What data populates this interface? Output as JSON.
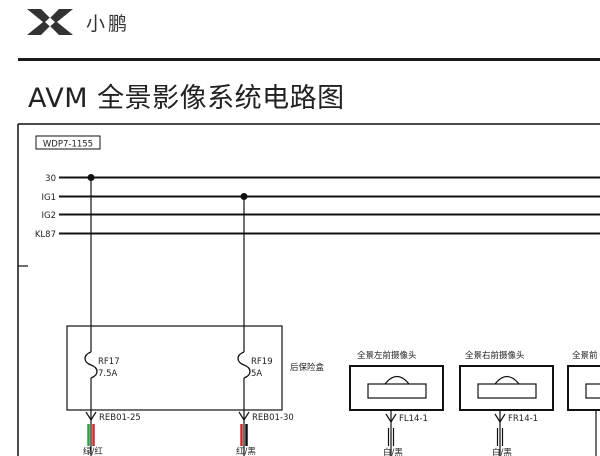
{
  "header": {
    "brand_name": "小鹏",
    "logo": "xpeng-x-logo",
    "title": "AVM 全景影像系统电路图"
  },
  "diagram": {
    "doc_code": "WDP7-1155",
    "rails": [
      "30",
      "IG1",
      "IG2",
      "KL87"
    ],
    "fuse_box": {
      "label": "后保险盒",
      "fuses": [
        {
          "name": "RF17",
          "rating": "7.5A",
          "pin": "REB01-25",
          "wire": "绿/红"
        },
        {
          "name": "RF19",
          "rating": "5A",
          "pin": "REB01-30",
          "wire": "红/黑"
        }
      ]
    },
    "cameras": [
      {
        "label": "全景左前摄像头",
        "pin": "FL14-1",
        "wire": "白/黑"
      },
      {
        "label": "全景右前摄像头",
        "pin": "FR14-1",
        "wire": "白/黑"
      },
      {
        "label": "全景前",
        "pin": "",
        "wire": ""
      }
    ]
  }
}
